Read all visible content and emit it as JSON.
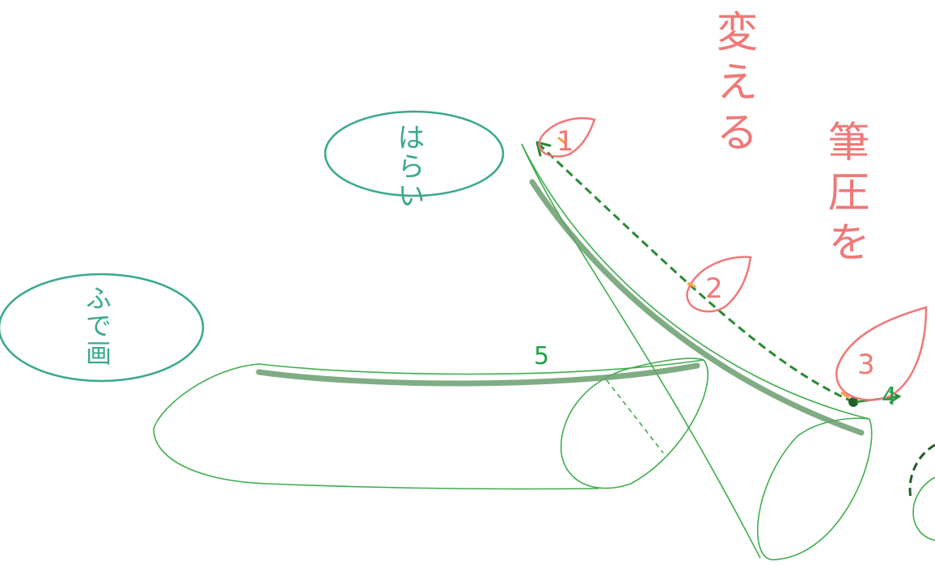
{
  "title_lines": [
    "筆圧を",
    "変える"
  ],
  "bubbles": [
    {
      "text": "はらい"
    },
    {
      "text": "ふで画"
    }
  ],
  "petal_labels": [
    "1",
    "2",
    "3"
  ],
  "point_labels": [
    "4",
    "5"
  ],
  "colors": {
    "title": "#f07878",
    "title_accent": "#f4a03c",
    "bubble_outline": "#3aa88e",
    "bubble_text": "#3aa88e",
    "sketch_lines": "#3fae4e",
    "stroke_shade": "#6a9e6e",
    "arrow_dash": "#2a8a34",
    "petal_outline": "#f07878",
    "petal_mark": "#f4a03c"
  }
}
